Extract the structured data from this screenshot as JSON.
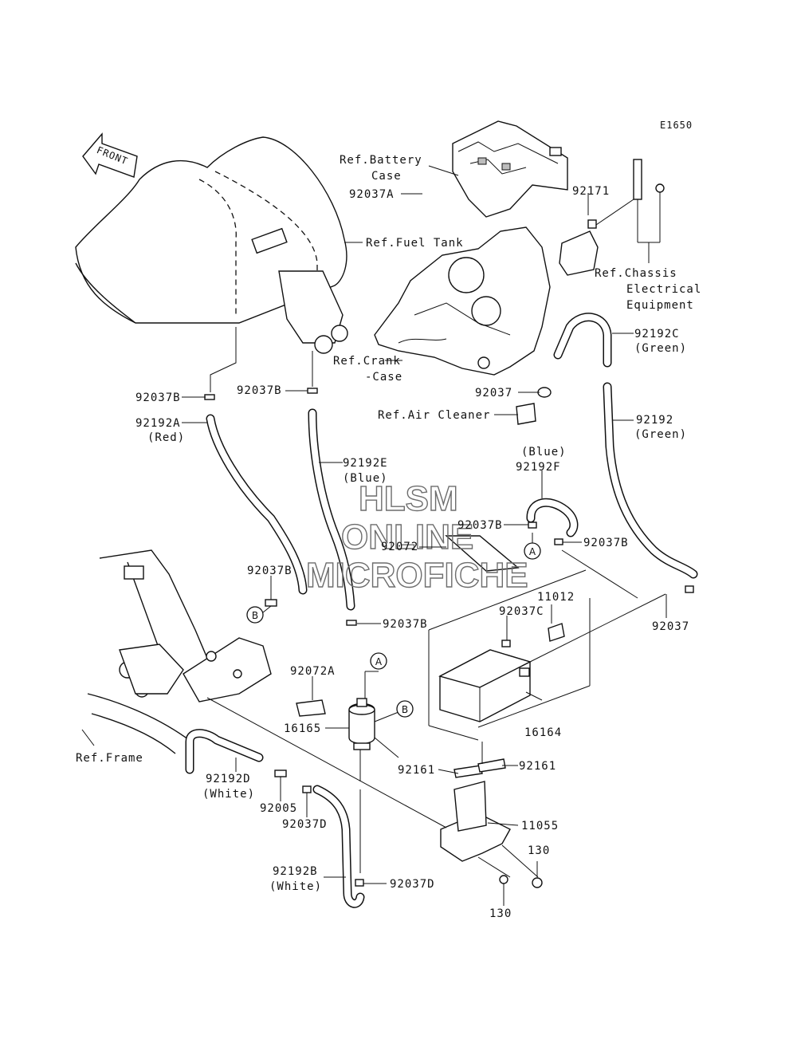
{
  "diagram_code": "E1650",
  "front_badge": "FRONT",
  "watermark": {
    "line1": "HLSM",
    "line2": "ONLINE",
    "line3": "MICROFICHE"
  },
  "labels": {
    "ref_battery_1": "Ref.Battery",
    "ref_battery_2": "Case",
    "p92037A": "92037A",
    "p92171": "92171",
    "ref_chassis_1": "Ref.Chassis",
    "ref_chassis_2": "Electrical",
    "ref_chassis_3": "Equipment",
    "ref_fuel_tank": "Ref.Fuel Tank",
    "ref_crank_1": "Ref.Crank",
    "ref_crank_2": "-Case",
    "p92192C": "92192C",
    "green_c": "(Green)",
    "p92037_top": "92037",
    "ref_air_cleaner": "Ref.Air Cleaner",
    "p92037B_left": "92037B",
    "p92037B_mid": "92037B",
    "p92192A": "92192A",
    "red_a": "(Red)",
    "p92192E": "92192E",
    "blue_e": "(Blue)",
    "p92192": "92192",
    "green_92192": "(Green)",
    "blue_f": "(Blue)",
    "p92192F": "92192F",
    "p92037B_f1": "92037B",
    "p92072": "92072",
    "p92037B_f2": "92037B",
    "p92037B_b": "92037B",
    "p11012": "11012",
    "p92037C": "92037C",
    "p92037B_c": "92037B",
    "p92037_right": "92037",
    "p92072A": "92072A",
    "p16165": "16165",
    "p16164": "16164",
    "ref_frame": "Ref.Frame",
    "p92161_left": "92161",
    "p92161_right": "92161",
    "p92192D": "92192D",
    "white_d": "(White)",
    "p92005": "92005",
    "p92037D_left": "92037D",
    "p11055": "11055",
    "p130_right": "130",
    "p92192B": "92192B",
    "white_b": "(White)",
    "p92037D_bottom": "92037D",
    "p130_bottom": "130"
  },
  "markers": {
    "a1": "A",
    "a2": "A",
    "b1": "B",
    "b2": "B"
  }
}
